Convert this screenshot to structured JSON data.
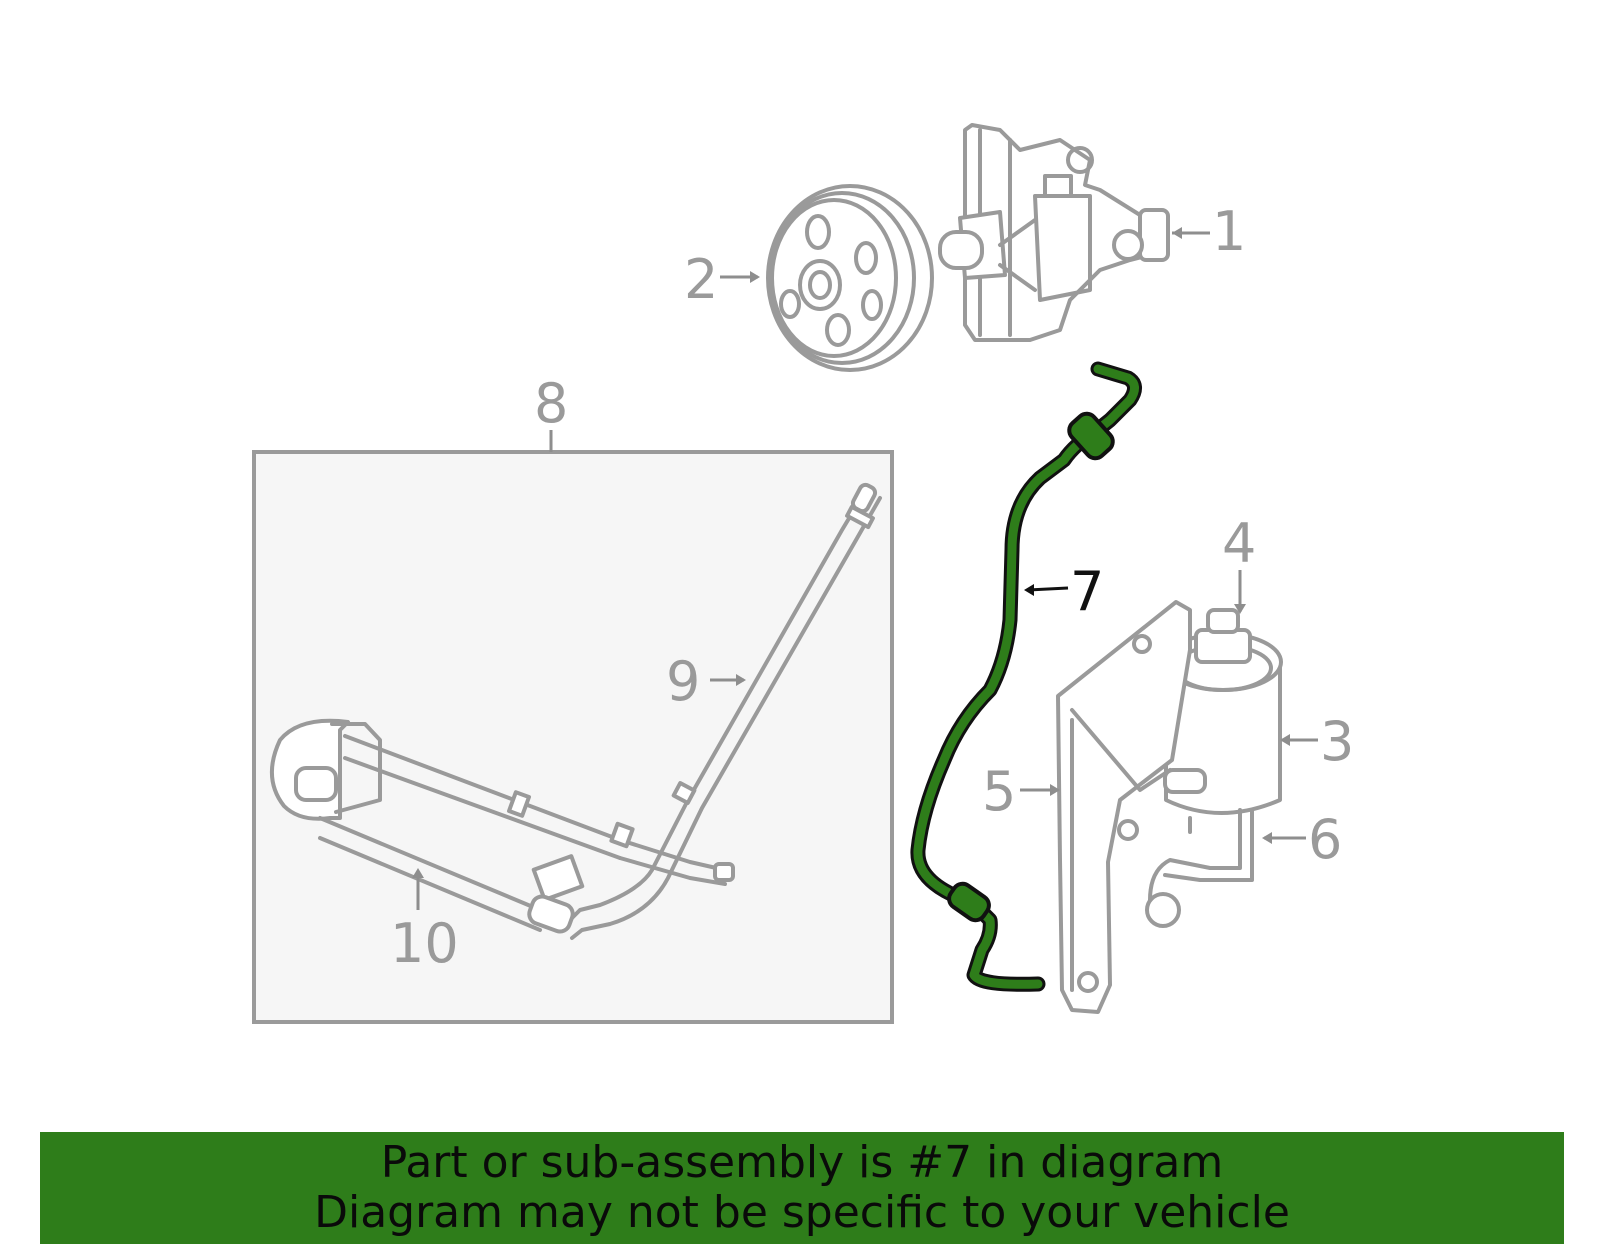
{
  "callouts": [
    {
      "id": "1",
      "label": "1",
      "highlighted": false
    },
    {
      "id": "2",
      "label": "2",
      "highlighted": false
    },
    {
      "id": "3",
      "label": "3",
      "highlighted": false
    },
    {
      "id": "4",
      "label": "4",
      "highlighted": false
    },
    {
      "id": "5",
      "label": "5",
      "highlighted": false
    },
    {
      "id": "6",
      "label": "6",
      "highlighted": false
    },
    {
      "id": "7",
      "label": "7",
      "highlighted": true
    },
    {
      "id": "8",
      "label": "8",
      "highlighted": false
    },
    {
      "id": "9",
      "label": "9",
      "highlighted": false
    },
    {
      "id": "10",
      "label": "10",
      "highlighted": false
    }
  ],
  "highlight": {
    "part_number": "7",
    "color": "#2e7d1a"
  },
  "colors": {
    "line_art": "#9a9a9a",
    "subassembly_box": "#f5f5f5",
    "banner": "#2e7d1a"
  },
  "banner": {
    "line1": "Part or sub-assembly is #7 in diagram",
    "line2": "Diagram may not be specific to your vehicle"
  }
}
